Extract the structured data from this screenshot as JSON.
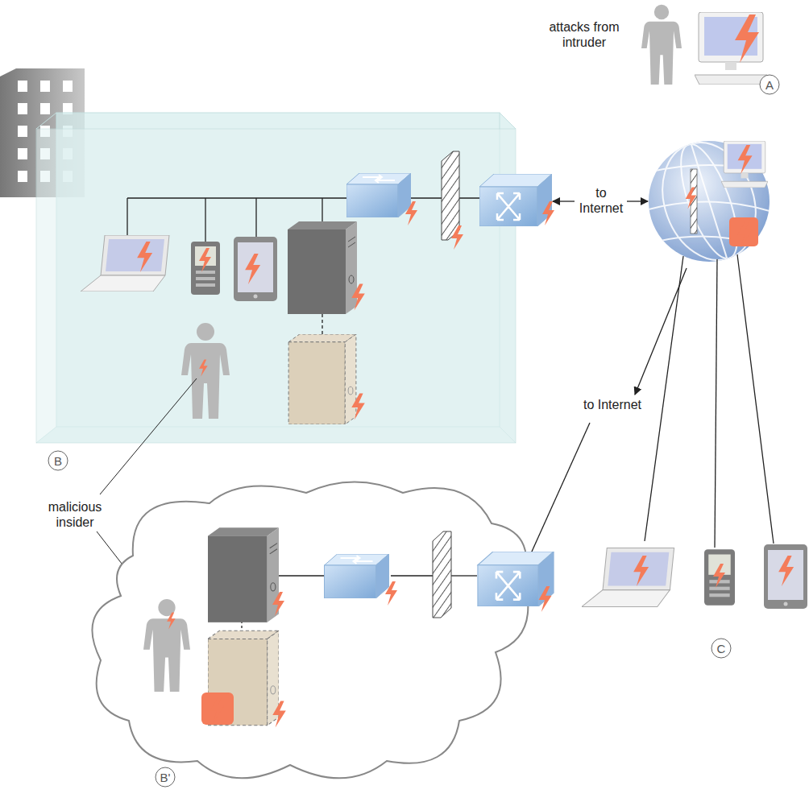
{
  "diagram": {
    "labels": [
      "attacks from intruder",
      "A",
      "to Internet",
      "to Internet",
      "B",
      "malicious insider",
      "C",
      "B'"
    ]
  }
}
